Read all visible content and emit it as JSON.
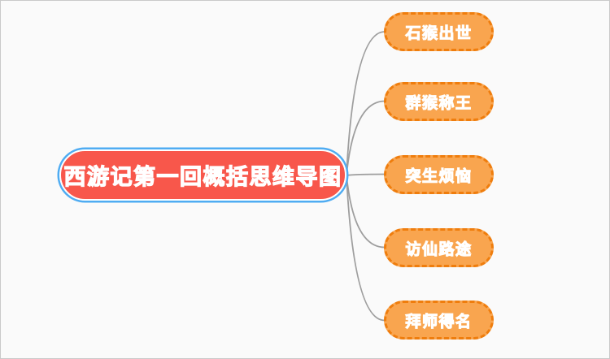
{
  "mindmap": {
    "root": {
      "label": "西游记第一回概括思维导图"
    },
    "branches": [
      {
        "label": "石猴出世"
      },
      {
        "label": "群猴称王"
      },
      {
        "label": "突生烦恼"
      },
      {
        "label": "访仙路途"
      },
      {
        "label": "拜师得名"
      }
    ]
  },
  "colors": {
    "canvas-bg": "#fafafa",
    "canvas-border": "#c9c9c9",
    "root-fill": "#f8574b",
    "root-border": "#4facf2",
    "node-gap": "#ffffff",
    "branch-fill": "#f9a54f",
    "branch-border": "#ef7d0d",
    "connector": "#9e9e9e",
    "text": "#ffffff"
  }
}
